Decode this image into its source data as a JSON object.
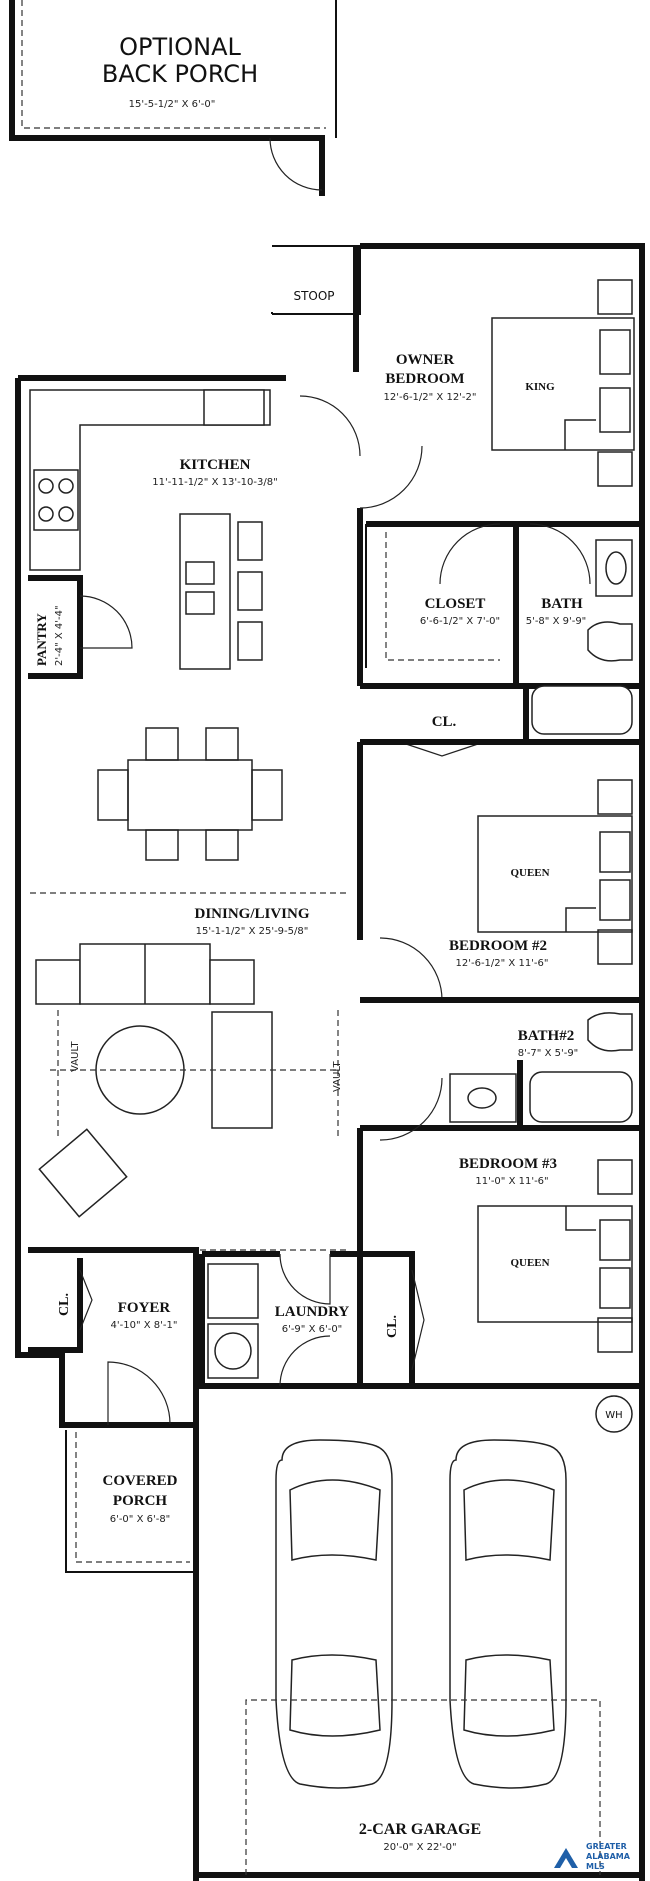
{
  "rooms": {
    "back_porch": {
      "name_line1": "OPTIONAL",
      "name_line2": "BACK PORCH",
      "dims": "15'-5-1/2\" X 6'-0\""
    },
    "stoop": {
      "name": "STOOP"
    },
    "kitchen": {
      "name": "KITCHEN",
      "dims": "11'-11-1/2\" X 13'-10-3/8\""
    },
    "pantry": {
      "name": "PANTRY",
      "dims": "2'-4\" X 4'-4\""
    },
    "owner_bedroom": {
      "name_line1": "OWNER",
      "name_line2": "BEDROOM",
      "dims": "12'-6-1/2\" X 12'-2\"",
      "bed": "KING"
    },
    "closet": {
      "name": "CLOSET",
      "dims": "6'-6-1/2\" X 7'-0\""
    },
    "bath": {
      "name": "BATH",
      "dims": "5'-8\" X 9'-9\""
    },
    "hall_closet": {
      "name": "CL."
    },
    "dining_living": {
      "name": "DINING/LIVING",
      "dims": "15'-1-1/2\" X 25'-9-5/8\"",
      "vault_left": "VAULT",
      "vault_right": "VAULT"
    },
    "bedroom2": {
      "name": "BEDROOM #2",
      "dims": "12'-6-1/2\" X 11'-6\"",
      "bed": "QUEEN"
    },
    "bath2": {
      "name": "BATH#2",
      "dims": "8'-7\" X 5'-9\""
    },
    "bedroom3": {
      "name": "BEDROOM #3",
      "dims": "11'-0\" X 11'-6\"",
      "bed": "QUEEN"
    },
    "foyer_closet": {
      "name": "CL."
    },
    "foyer": {
      "name": "FOYER",
      "dims": "4'-10\" X 8'-1\""
    },
    "laundry": {
      "name": "LAUNDRY",
      "dims": "6'-9\" X 6'-0\""
    },
    "bed3_closet": {
      "name": "CL."
    },
    "water_heater": {
      "name": "WH"
    },
    "covered_porch": {
      "name_line1": "COVERED",
      "name_line2": "PORCH",
      "dims": "6'-0\" X 6'-8\""
    },
    "garage": {
      "name": "2-CAR GARAGE",
      "dims": "20'-0\" X 22'-0\""
    }
  },
  "logo": {
    "line1": "GREATER",
    "line2": "ALABAMA",
    "line3": "MLS",
    "color": "#1f5fa8"
  }
}
